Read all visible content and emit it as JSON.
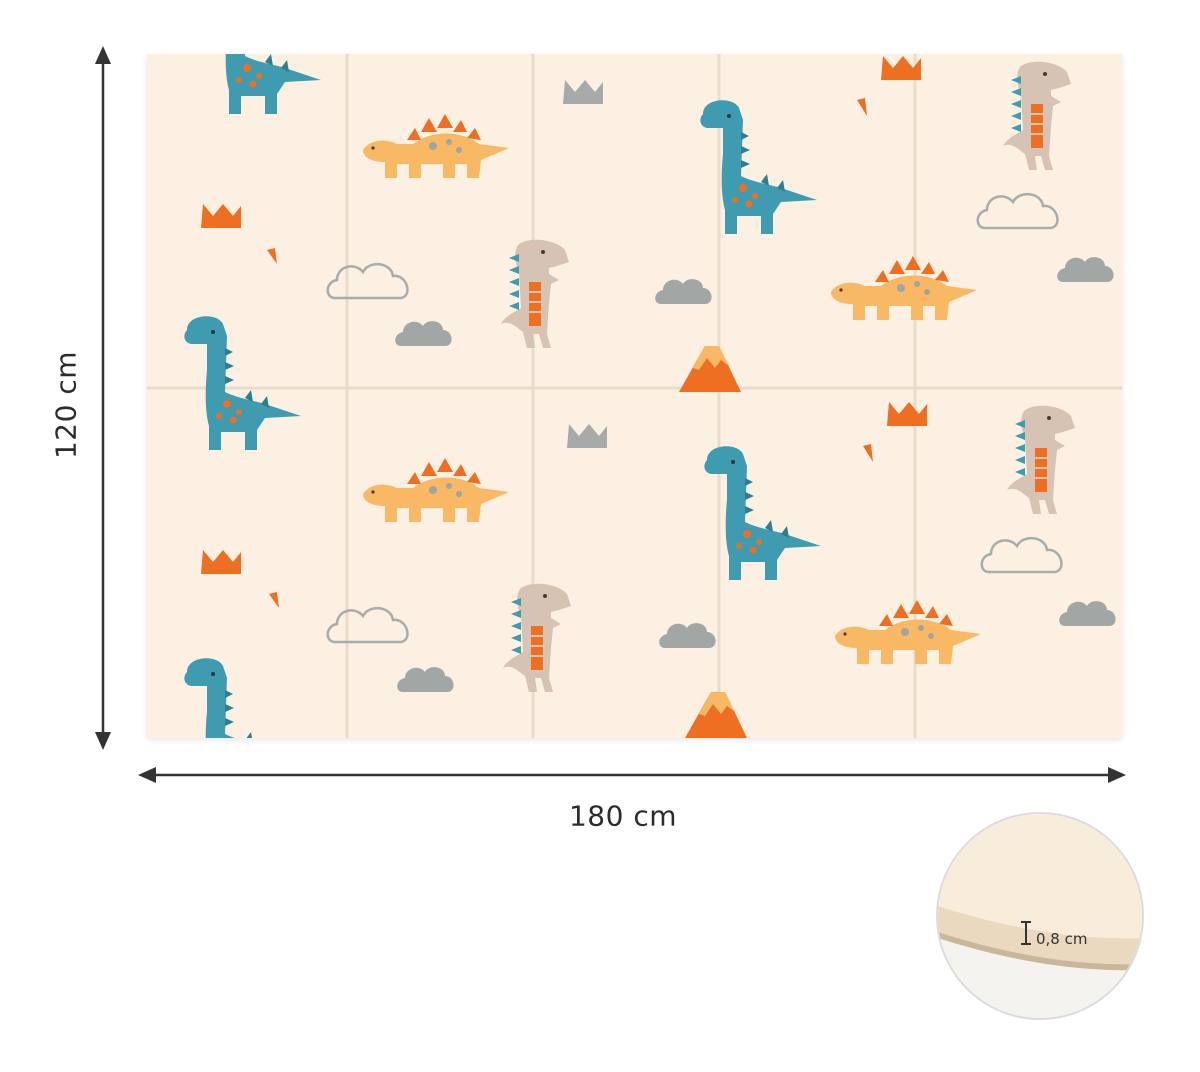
{
  "dimensions": {
    "height_label": "120 cm",
    "width_label": "180 cm",
    "thickness_label": "0,8 cm"
  },
  "mat": {
    "panel_columns": 5,
    "panel_rows": 2,
    "colors": {
      "background": "#fbf0e1",
      "teal": "#3e9bb0",
      "orange": "#ee6f22",
      "yellow": "#f9b864",
      "beige": "#d7c3b3",
      "cloud": "#9ea5a3"
    }
  }
}
